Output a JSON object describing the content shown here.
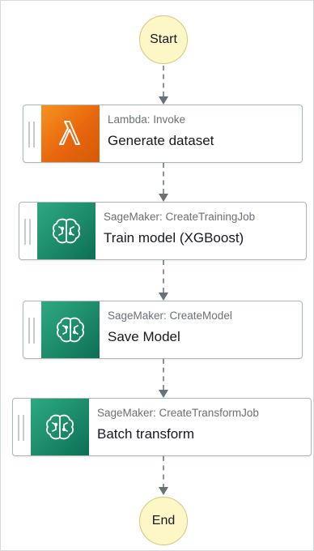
{
  "start": {
    "label": "Start"
  },
  "end": {
    "label": "End"
  },
  "colors": {
    "lambda_icon": "#e8660e",
    "sagemaker_icon": "#1c8a6a",
    "terminal_fill": "#fdf6c6",
    "connector": "#8d9696"
  },
  "states": [
    {
      "type": "Lambda: Invoke",
      "name": "Generate dataset",
      "icon": "lambda-icon"
    },
    {
      "type": "SageMaker: CreateTrainingJob",
      "name": "Train model (XGBoost)",
      "icon": "sagemaker-brain-icon"
    },
    {
      "type": "SageMaker: CreateModel",
      "name": "Save Model",
      "icon": "sagemaker-brain-icon"
    },
    {
      "type": "SageMaker: CreateTransformJob",
      "name": "Batch transform",
      "icon": "sagemaker-brain-icon"
    }
  ]
}
